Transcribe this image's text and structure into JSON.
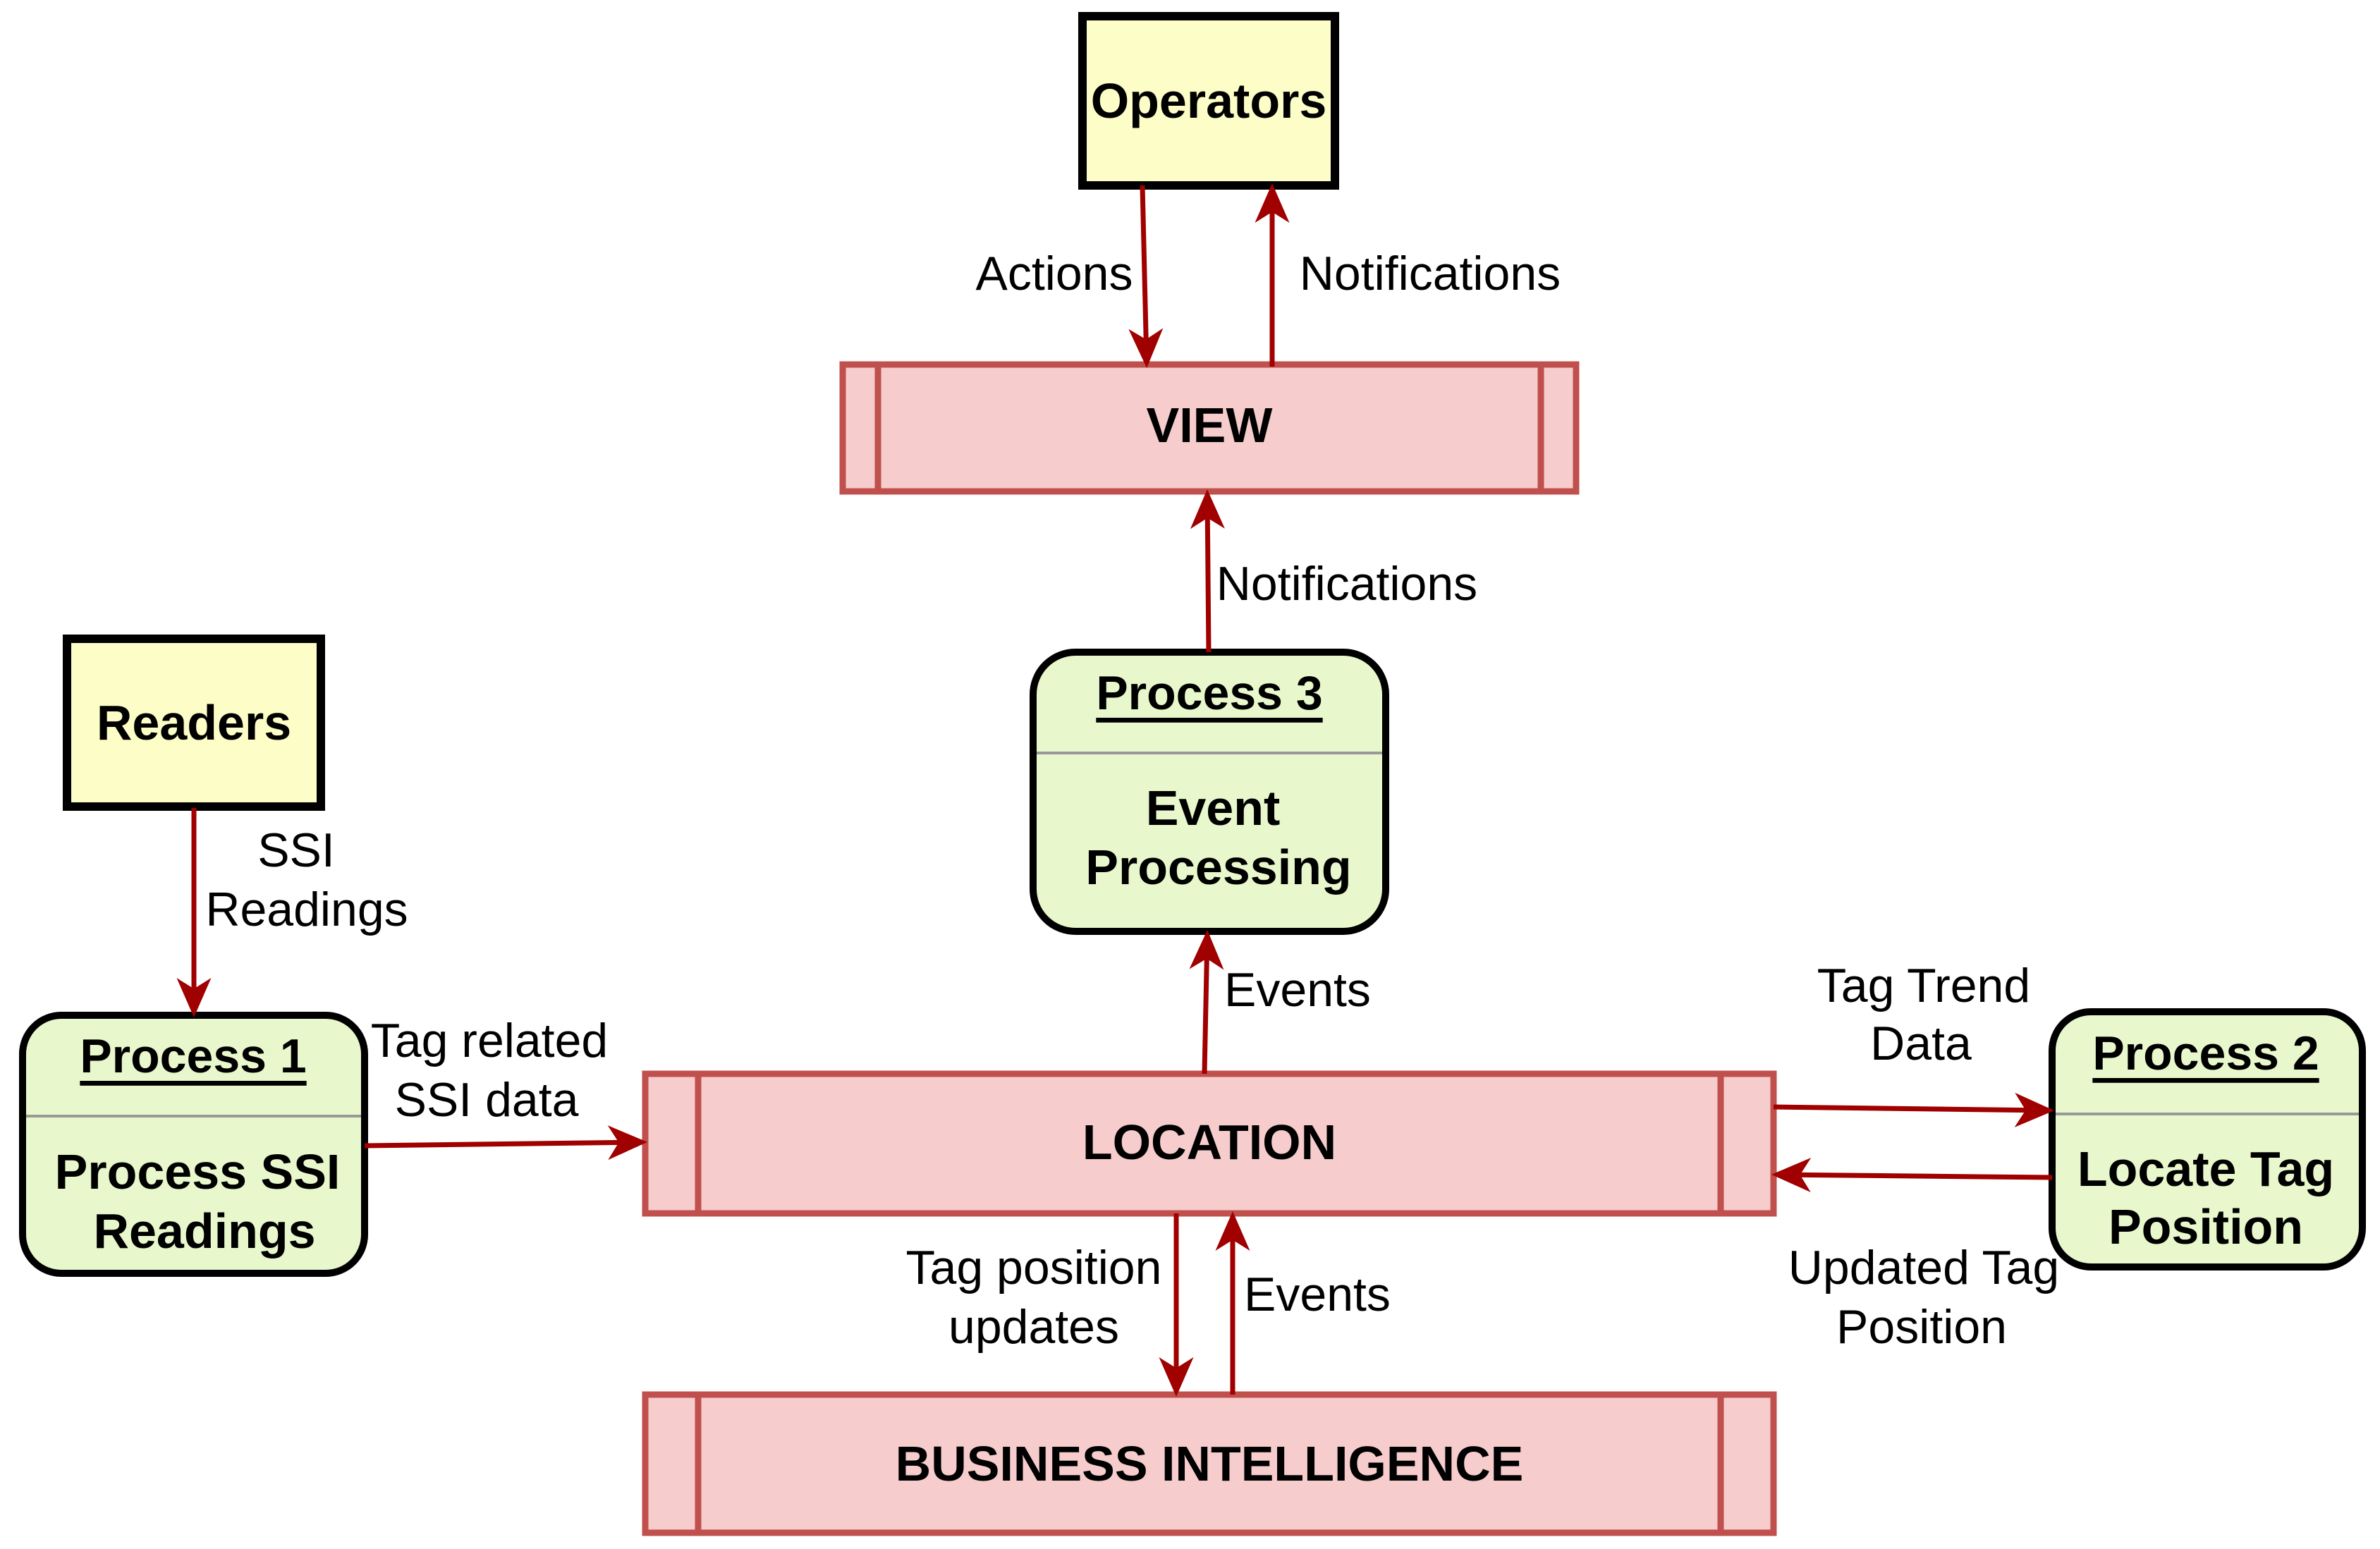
{
  "external_entities": {
    "operators": "Operators",
    "readers": "Readers"
  },
  "data_stores": {
    "view": "VIEW",
    "location": "LOCATION",
    "business_intelligence": "BUSINESS INTELLIGENCE"
  },
  "processes": {
    "process_1": {
      "title": "Process 1",
      "body": [
        "Process SSI",
        "Readings"
      ]
    },
    "process_2": {
      "title": "Process 2",
      "body": [
        "Locate Tag",
        "Position"
      ]
    },
    "process_3": {
      "title": "Process 3",
      "body": [
        "Event",
        "Processing"
      ]
    }
  },
  "flows": {
    "actions": [
      "Actions"
    ],
    "notifications_top": [
      "Notifications"
    ],
    "notifications_mid": [
      "Notifications"
    ],
    "ssi_readings": [
      "SSI",
      "Readings"
    ],
    "events_up": [
      "Events"
    ],
    "tag_related": [
      "Tag related",
      "SSI data"
    ],
    "tag_trend": [
      "Tag Trend",
      "Data"
    ],
    "updated_tag": [
      "Updated Tag",
      "Position"
    ],
    "tag_position_updates": [
      "Tag position",
      "updates"
    ],
    "events_bi": [
      "Events"
    ]
  },
  "colors": {
    "external_entity_fill": "#fdfdc7",
    "data_store_fill": "#f6cccc",
    "data_store_border": "#c0504d",
    "process_fill": "#e8f8cc",
    "flow_arrow": "#a00000"
  }
}
